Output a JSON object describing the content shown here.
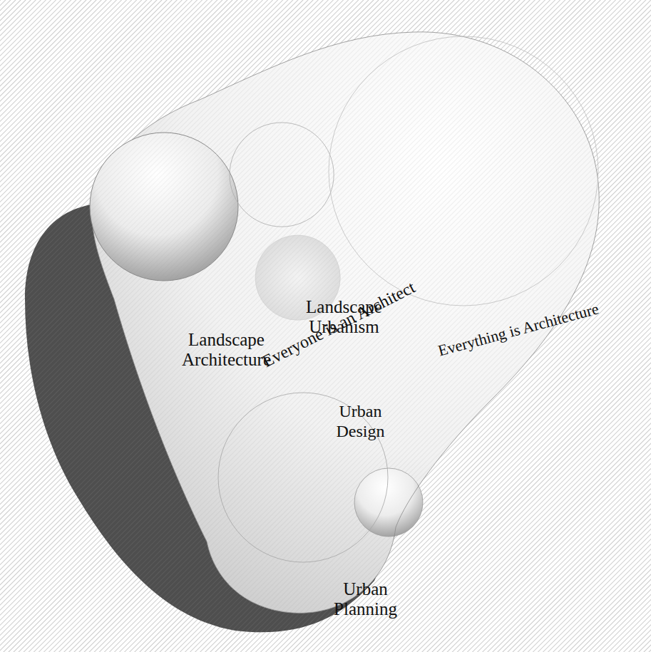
{
  "diagram": {
    "nodes": [
      {
        "text": [
          "Everyone is an Architect"
        ]
      },
      {
        "text": [
          "Landscape Architecture"
        ],
        "in": 0
      },
      {
        "text": [
          "Landscape Urbanism"
        ],
        "in": 0
      },
      {
        "text": [
          "Everything is Architecture"
        ],
        "in": 0
      },
      {
        "text": [
          "Urban Design"
        ],
        "in": 0
      },
      {
        "text": [
          "Urban Planning"
        ],
        "in": 0
      }
    ]
  }
}
